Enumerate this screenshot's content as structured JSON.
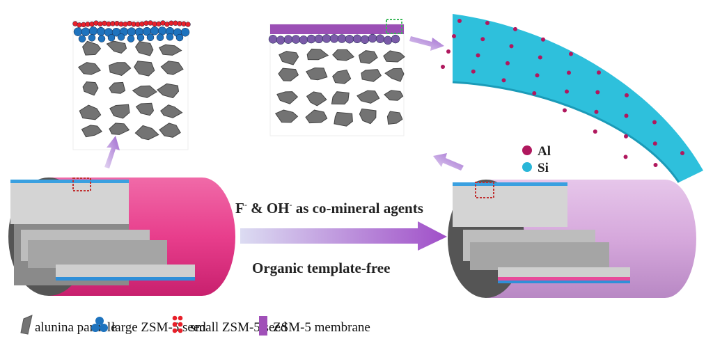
{
  "process": {
    "line1_main_a": "F",
    "line1_sup_a": "-",
    "line1_main_b": " & OH",
    "line1_sup_b": "-",
    "line1_rest": " as co-mineral agents",
    "line2": "Organic template-free"
  },
  "atom_legend": [
    {
      "label": "Al",
      "color": "#b0185e"
    },
    {
      "label": "Si",
      "color": "#29b6d8"
    }
  ],
  "legend": [
    {
      "label": "alunina particle",
      "color": "#7a7a7a"
    },
    {
      "label": "large ZSM-5 seed",
      "color": "#1e73be"
    },
    {
      "label": "small ZSM-5 seed",
      "color": "#e8202a"
    },
    {
      "label": "ZSM-5 membrane",
      "color": "#a050b8"
    }
  ],
  "colors": {
    "left_tube": "#e8418f",
    "right_tube": "#d8a8dc",
    "arrow": "#a86ad0",
    "membrane": "#9b4fb5",
    "particle": "#737373"
  }
}
